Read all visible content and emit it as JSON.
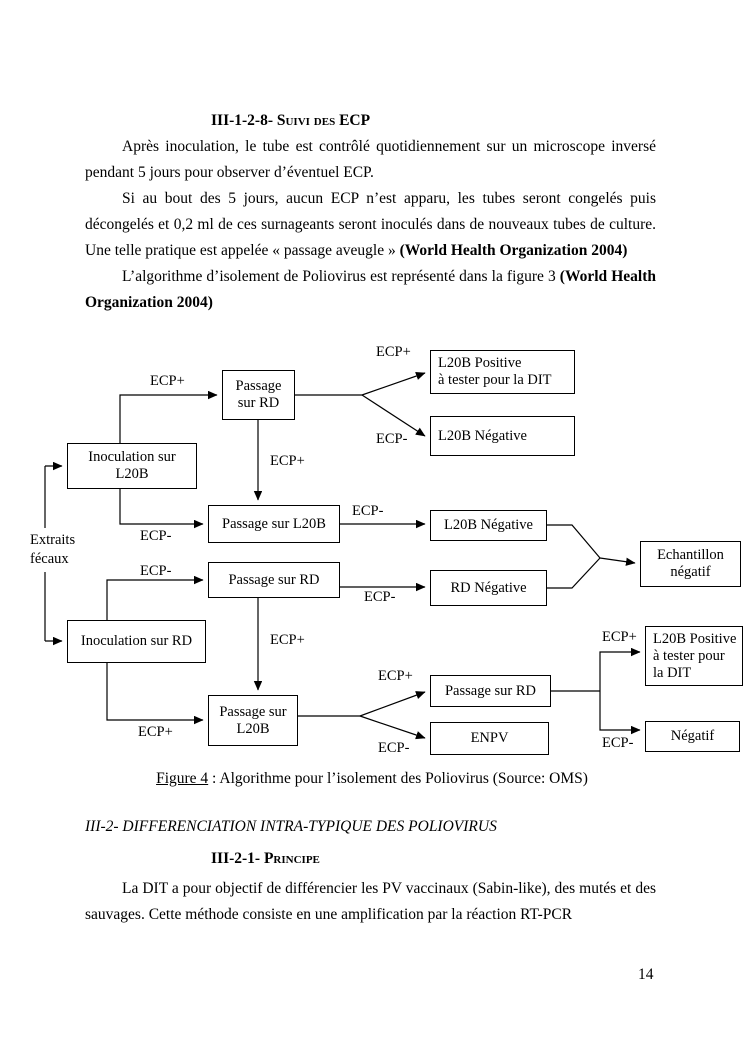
{
  "page": {
    "number": "14"
  },
  "section1": {
    "heading": "III-1-2-8- Suivi des ECP",
    "p1": "Après inoculation, le tube est contrôlé quotidiennement sur un microscope inversé pendant 5 jours pour observer d’éventuel ECP.",
    "p2_normal": "Si au bout des 5 jours, aucun ECP n’est apparu, les tubes seront congelés puis décongelés et 0,2 ml de ces surnageants seront inoculés dans de nouveaux tubes de culture. Une telle pratique est appelée « passage aveugle » ",
    "p2_bold": "(World Health Organization 2004)",
    "p3_normal": "L’algorithme d’isolement de Poliovirus est représenté dans la figure 3 ",
    "p3_bold": "(World Health Organization 2004)"
  },
  "figure": {
    "caption_label": "Figure 4",
    "caption_text": " : Algorithme pour l’isolement des Poliovirus (Source: OMS)"
  },
  "section2": {
    "heading": "III-2- DIFFERENCIATION INTRA-TYPIQUE  DES POLIOVIRUS",
    "subheading": "III-2-1- Principe",
    "p1": "La DIT a pour objectif de différencier les PV vaccinaux (Sabin-like), des mutés et des sauvages. Cette méthode consiste en une amplification par la réaction RT-PCR"
  },
  "flowchart": {
    "source_label": "Extraits\nfécaux",
    "nodes": [
      "Passage\nsur RD",
      "L20B Positive\nà tester pour la DIT",
      "L20B Négative",
      "Inoculation sur\nL20B",
      "Passage sur L20B",
      "L20B Négative",
      "Echantillon\nnégatif",
      "Passage sur RD",
      "RD Négative",
      "Inoculation sur RD",
      "L20B Positive\nà tester pour\nla DIT",
      "Passage sur\nL20B",
      "Passage sur RD",
      "ENPV",
      "Négatif"
    ],
    "edge_labels": [
      "ECP+",
      "ECP+",
      "ECP-",
      "ECP+",
      "ECP-",
      "ECP-",
      "ECP-",
      "ECP-",
      "ECP+",
      "ECP+",
      "ECP+",
      "ECP+",
      "ECP-",
      "ECP-"
    ]
  }
}
